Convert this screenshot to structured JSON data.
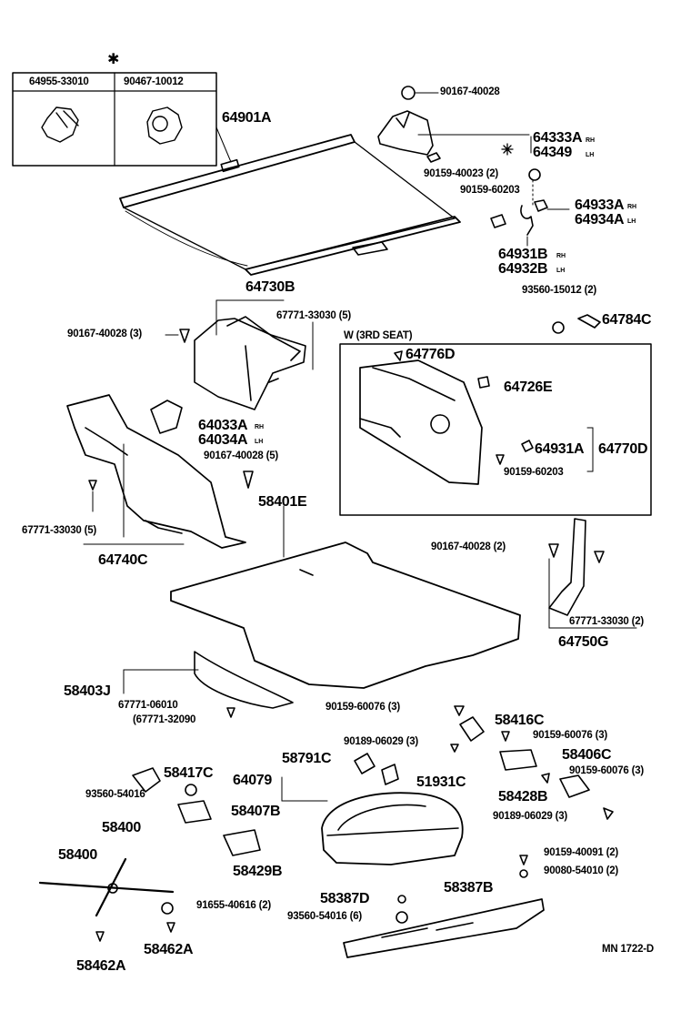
{
  "diagram_code": "MN 1722-D",
  "inset": {
    "mark": "✱",
    "left_part": "64955-33010",
    "right_part": "90467-10012"
  },
  "section_title": "W (3RD SEAT)",
  "parts": {
    "p64901A": "64901A",
    "p90167_40028_top": "90167-40028",
    "p64333A": "64333A",
    "p64333A_tag": "RH",
    "p64349": "64349",
    "p64349_tag": "LH",
    "p90159_40023": "90159-40023 (2)",
    "p90159_60203_top": "90159-60203",
    "p64933A": "64933A",
    "p64933A_tag": "RH",
    "p64934A": "64934A",
    "p64934A_tag": "LH",
    "p64931B": "64931B",
    "p64931B_tag": "RH",
    "p64932B": "64932B",
    "p64932B_tag": "LH",
    "p64730B": "64730B",
    "p93560_15012": "93560-15012 (2)",
    "p64784C": "64784C",
    "p90167_40028_3": "90167-40028 (3)",
    "p67771_33030_5a": "67771-33030 (5)",
    "p64776D": "64776D",
    "p64726E": "64726E",
    "p64033A": "64033A",
    "p64033A_tag": "RH",
    "p64034A": "64034A",
    "p64034A_tag": "LH",
    "p90167_40028_5": "90167-40028 (5)",
    "p64931A": "64931A",
    "p64770D": "64770D",
    "p90159_60203_mid": "90159-60203",
    "p58401E": "58401E",
    "p67771_33030_5b": "67771-33030 (5)",
    "p64740C": "64740C",
    "p90167_40028_2": "90167-40028 (2)",
    "p67771_33030_2": "67771-33030 (2)",
    "p64750G": "64750G",
    "p58403J": "58403J",
    "p67771_06010": "67771-06010",
    "p67771_32090": "(67771-32090",
    "p90159_60076_3a": "90159-60076 (3)",
    "p58416C": "58416C",
    "p90159_60076_3b": "90159-60076 (3)",
    "p90189_06029_3a": "90189-06029 (3)",
    "p58791C": "58791C",
    "p58406C": "58406C",
    "p64079": "64079",
    "p51931C": "51931C",
    "p90159_60076_3c": "90159-60076 (3)",
    "p58417C": "58417C",
    "p58428B": "58428B",
    "p93560_54016": "93560-54016",
    "p58407B": "58407B",
    "p90189_06029_3b": "90189-06029 (3)",
    "p58400a": "58400",
    "p58400b": "58400",
    "p58429B": "58429B",
    "p90159_40091": "90159-40091 (2)",
    "p90080_54010": "90080-54010 (2)",
    "p91655_40616": "91655-40616 (2)",
    "p58387D": "58387D",
    "p58387B": "58387B",
    "p93560_54016_6": "93560-54016 (6)",
    "p58462A": "58462A",
    "p58462A_b": "58462A"
  }
}
